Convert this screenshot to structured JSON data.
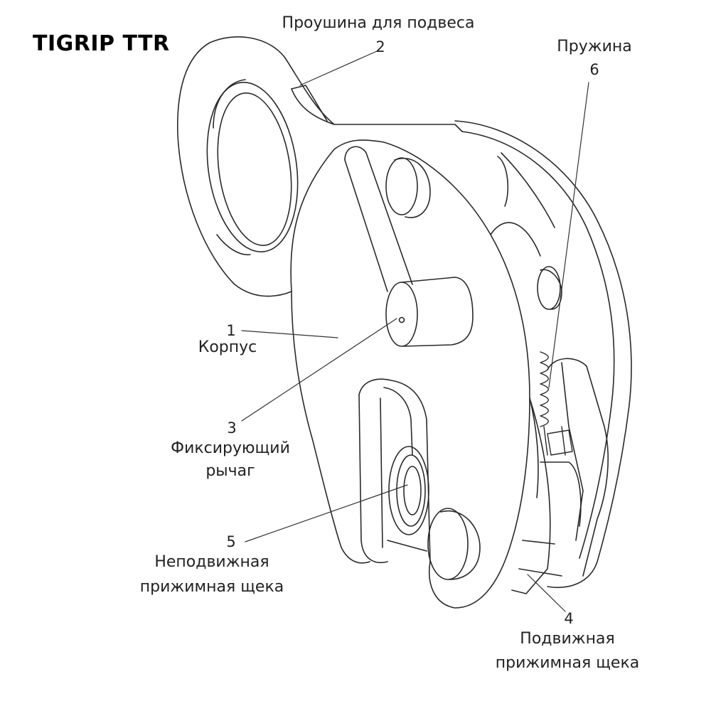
{
  "title": "TIGRIP TTR",
  "callouts": [
    {
      "number": "1",
      "label": "Корпус"
    },
    {
      "number": "2",
      "label": "Проушина для подвеса"
    },
    {
      "number": "3",
      "label_line1": "Фиксирующий",
      "label_line2": "рычаг"
    },
    {
      "number": "4",
      "label_line1": "Подвижная",
      "label_line2": "прижимная щека"
    },
    {
      "number": "5",
      "label_line1": "Неподвижная",
      "label_line2": "прижимная щека"
    },
    {
      "number": "6",
      "label": "Пружина"
    }
  ]
}
